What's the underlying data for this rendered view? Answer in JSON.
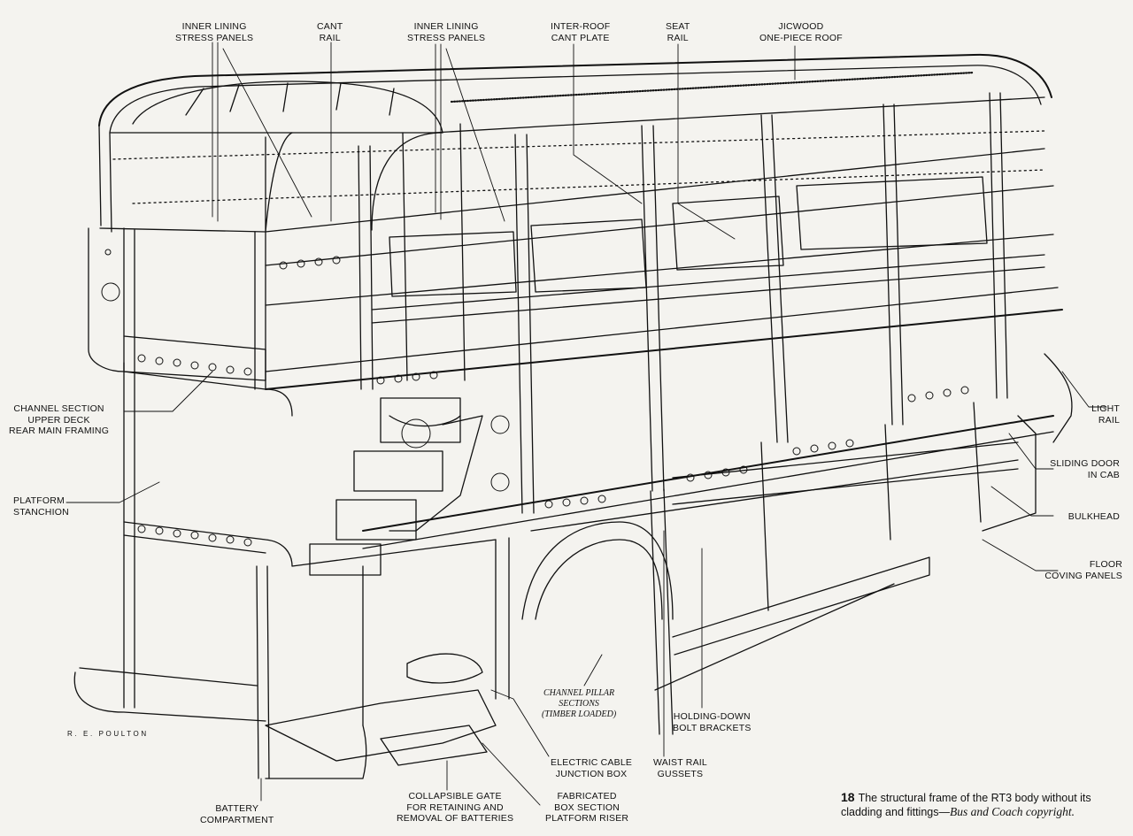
{
  "labels": {
    "inner_lining_left": "INNER LINING\nSTRESS PANELS",
    "cant_rail": "CANT\nRAIL",
    "inner_lining_right": "INNER LINING\nSTRESS PANELS",
    "inter_roof": "INTER-ROOF\nCANT PLATE",
    "seat_rail": "SEAT\nRAIL",
    "jicwood_roof": "JICWOOD\nONE-PIECE ROOF",
    "channel_section": "CHANNEL SECTION\nUPPER DECK\nREAR MAIN FRAMING",
    "platform_stanchion": "PLATFORM\nSTANCHION",
    "light_rail": "LIGHT\nRAIL",
    "sliding_door": "SLIDING DOOR\nIN CAB",
    "bulkhead": "BULKHEAD",
    "floor_coving": "FLOOR\nCOVING PANELS",
    "channel_pillar": "CHANNEL PILLAR\nSECTIONS\n(TIMBER LOADED)",
    "holding_down": "HOLDING-DOWN\nBOLT BRACKETS",
    "electric_cable": "ELECTRIC CABLE\nJUNCTION BOX",
    "waist_rail": "WAIST RAIL\nGUSSETS",
    "battery": "BATTERY\nCOMPARTMENT",
    "collapsible_gate": "COLLAPSIBLE GATE\nFOR RETAINING AND\nREMOVAL OF BATTERIES",
    "fabricated_box": "FABRICATED\nBOX SECTION\nPLATFORM RISER"
  },
  "signature": "R. E. POULTON",
  "caption": {
    "number": "18",
    "text": "The structural frame of the RT3 body without its cladding and fittings—",
    "credit": "Bus and Coach copyright."
  },
  "colors": {
    "ink": "#111111",
    "paper": "#f4f3ef"
  }
}
